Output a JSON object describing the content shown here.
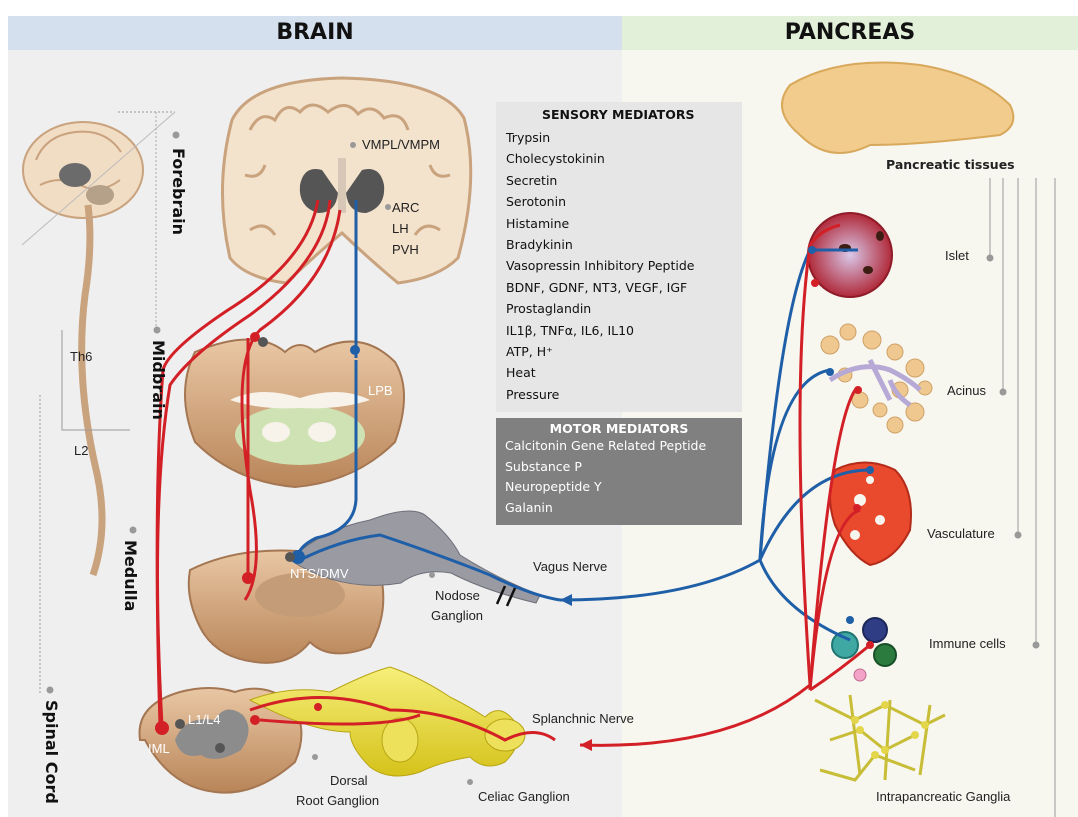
{
  "headers": {
    "brain": "BRAIN",
    "pancreas": "PANCREAS"
  },
  "regions": {
    "forebrain": "Forebrain",
    "midbrain": "Midbrain",
    "medulla": "Medulla",
    "spinal_cord": "Spinal Cord",
    "th6": "Th6",
    "l2": "L2"
  },
  "nuclei": {
    "vmpl": "VMPL/VMPM",
    "arc": "ARC",
    "lh": "LH",
    "pvh": "PVH",
    "lpb": "LPB",
    "nts": "NTS/DMV",
    "l1l4": "L1/L4",
    "iml": "IML"
  },
  "nerves": {
    "vagus": "Vagus Nerve",
    "nodose_1": "Nodose",
    "nodose_2": "Ganglion",
    "splanchnic": "Splanchnic Nerve",
    "dorsal_1": "Dorsal",
    "dorsal_2": "Root Ganglion",
    "celiac": "Celiac Ganglion"
  },
  "sensory": {
    "title": "SENSORY MEDIATORS",
    "items": [
      "Trypsin",
      "Cholecystokinin",
      "Secretin",
      "Serotonin",
      "Histamine",
      "Bradykinin",
      "Vasopressin Inhibitory Peptide",
      "BDNF, GDNF, NT3, VEGF, IGF",
      "Prostaglandin",
      "IL1β, TNFα, IL6, IL10",
      "ATP, H⁺",
      "Heat",
      "Pressure"
    ]
  },
  "motor": {
    "title": "MOTOR MEDIATORS",
    "items": [
      "Calcitonin Gene Related Peptide",
      "Substance P",
      "Neuropeptide Y",
      "Galanin"
    ]
  },
  "pancreas": {
    "title": "Pancreatic tissues",
    "tissues": [
      "Islet",
      "Acinus",
      "Vasculature",
      "Immune cells",
      "Intrapancreatic Ganglia"
    ]
  },
  "colors": {
    "brain_band": "#d5e0ef",
    "pancreas_band": "#e2efd9",
    "brain_bg": "#efefef",
    "pancreas_bg": "#f7f6ef",
    "sensory_blue": "#1f5fa8",
    "motor_red": "#d31f26",
    "motor_box": "#808080"
  }
}
